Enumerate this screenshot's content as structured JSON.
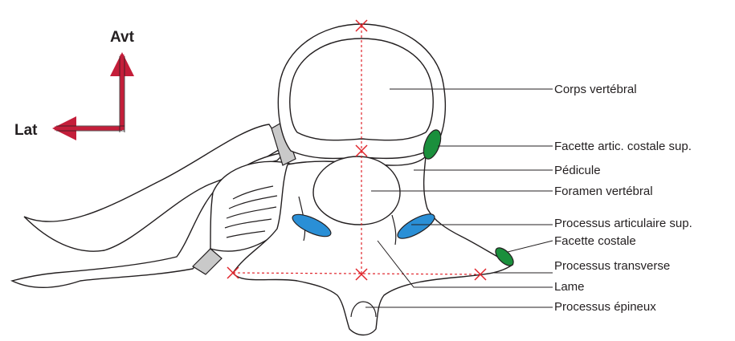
{
  "orientation": {
    "anterior_label": "Avt",
    "lateral_label": "Lat",
    "arrow_color": "#c41e3a"
  },
  "colors": {
    "costal_facet": "#1a8f3c",
    "articular_process": "#2a8fd6",
    "cartilage": "#c9c9c9",
    "marker": "#e0242b",
    "outline": "#231f20"
  },
  "labels": [
    "Corps vertébral",
    "Facette artic. costale sup.",
    "Pédicule",
    "Foramen vertébral",
    "Processus articulaire sup.",
    "Facette costale",
    "Processus transverse",
    "Lame",
    "Processus épineux"
  ]
}
